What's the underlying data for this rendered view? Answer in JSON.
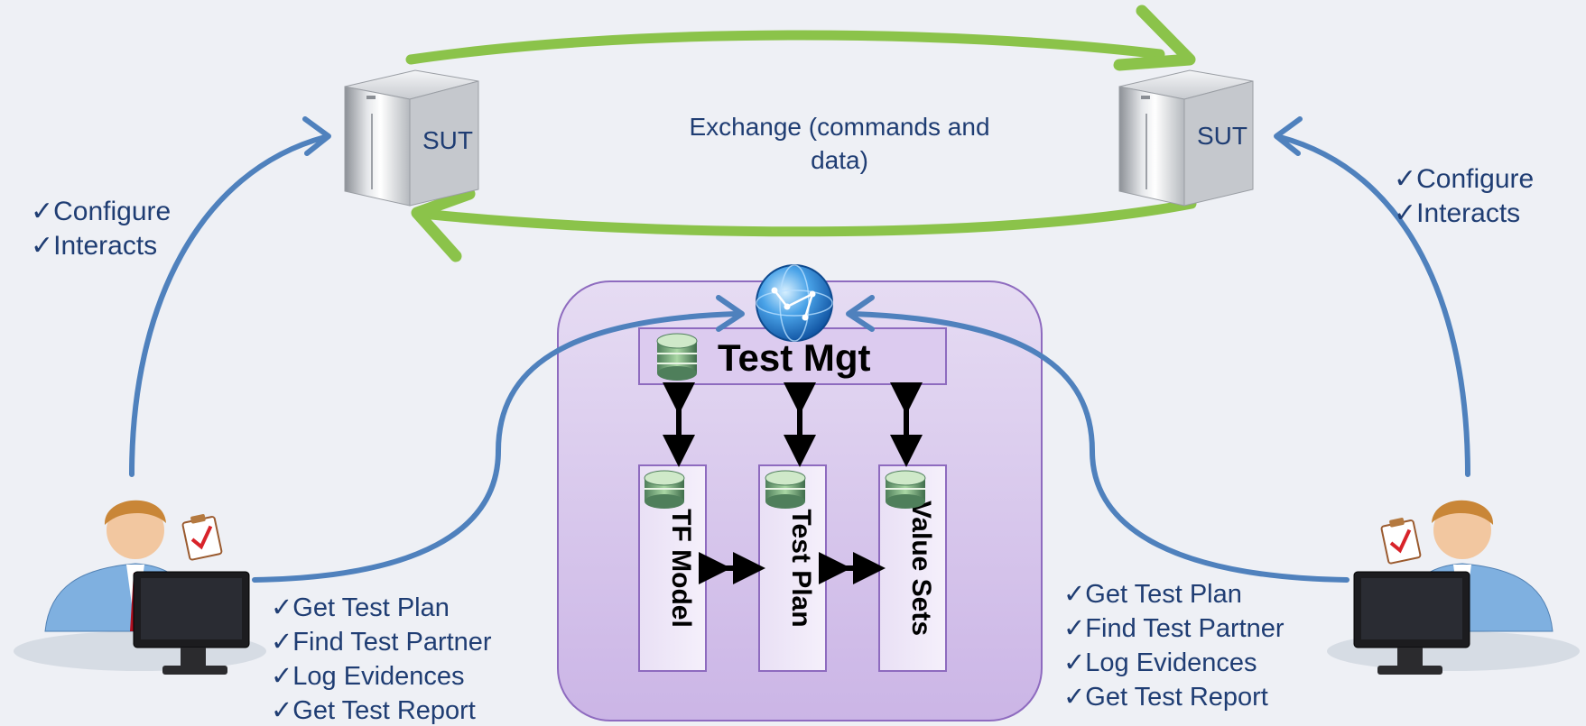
{
  "sut_left": {
    "label": "SUT"
  },
  "sut_right": {
    "label": "SUT"
  },
  "exchange": {
    "line1": "Exchange (commands and",
    "line2": "data)"
  },
  "left_user": {
    "config_items": [
      "✓Configure",
      "✓Interacts"
    ],
    "task_items": [
      "✓Get Test Plan",
      "✓Find Test Partner",
      "✓Log Evidences",
      "✓Get Test Report"
    ]
  },
  "right_user": {
    "config_items": [
      "✓Configure",
      "✓Interacts"
    ],
    "task_items": [
      "✓Get Test Plan",
      "✓Find Test Partner",
      "✓Log Evidences",
      "✓Get Test Report"
    ]
  },
  "test_mgt": {
    "title": "Test Mgt"
  },
  "modules": [
    {
      "label": "TF Model"
    },
    {
      "label": "Test Plan"
    },
    {
      "label": "Value Sets"
    }
  ],
  "colors": {
    "green_arrow": "#8bc34a",
    "blue_arrow": "#4f81bd",
    "label_text": "#1f3d73",
    "platform_fill": "#d9c9ec",
    "platform_stroke": "#8e6bbf"
  }
}
